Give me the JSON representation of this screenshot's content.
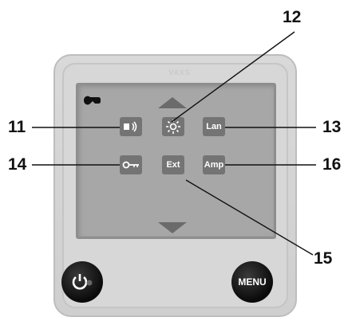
{
  "device": {
    "logo_text": "VAXS"
  },
  "screen": {
    "section_icon": "wrench-icon",
    "up_arrow_icon": "triangle-up-icon",
    "down_arrow_icon": "triangle-down-icon",
    "buttons": [
      {
        "id": "11",
        "icon": "speaker-icon",
        "label": ""
      },
      {
        "id": "12",
        "icon": "sun-brightness-icon",
        "label": ""
      },
      {
        "id": "13",
        "icon": "",
        "label": "Lan"
      },
      {
        "id": "14",
        "icon": "key-icon",
        "label": ""
      },
      {
        "id": "15",
        "icon": "",
        "label": "Ext"
      },
      {
        "id": "16",
        "icon": "",
        "label": "Amp"
      }
    ]
  },
  "hardware_buttons": {
    "power_icon": "power-icon",
    "menu_label": "MENU"
  },
  "callouts": {
    "c11": "11",
    "c12": "12",
    "c13": "13",
    "c14": "14",
    "c15": "15",
    "c16": "16"
  },
  "colors": {
    "icon_fill": "#747474",
    "screen": "#a7a7a7",
    "body": "#d4d4d4",
    "hw_button": "#111111"
  }
}
